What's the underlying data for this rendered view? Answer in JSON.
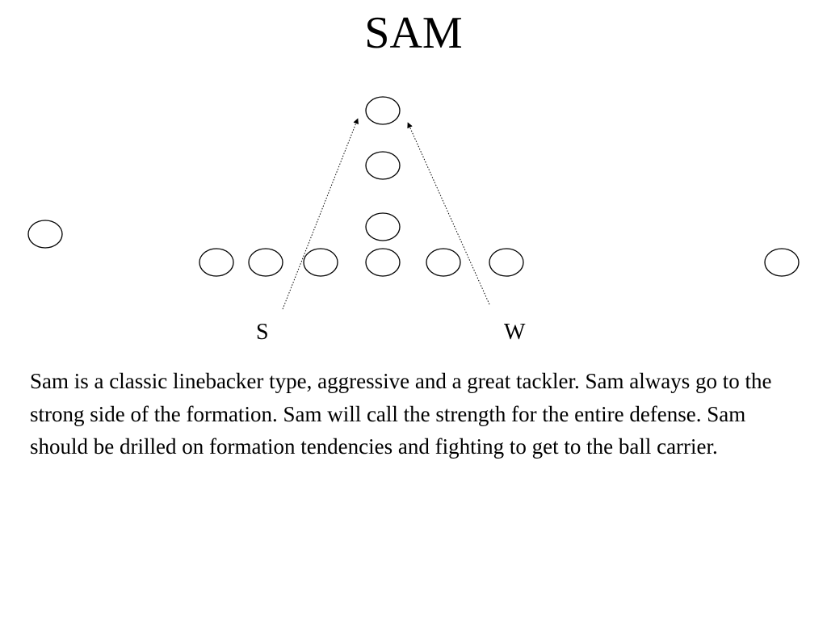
{
  "slide": {
    "title": "SAM",
    "description": "Sam is a classic linebacker type, aggressive and a great tackler.  Sam always go to the strong side of the formation.  Sam will call the strength for the entire defense.  Sam should be drilled on formation tendencies and fighting to get to the ball carrier."
  },
  "diagram": {
    "labels": {
      "strong": "S",
      "weak": "W"
    }
  },
  "colors": {
    "background": "#ffffff",
    "ink": "#000000"
  }
}
